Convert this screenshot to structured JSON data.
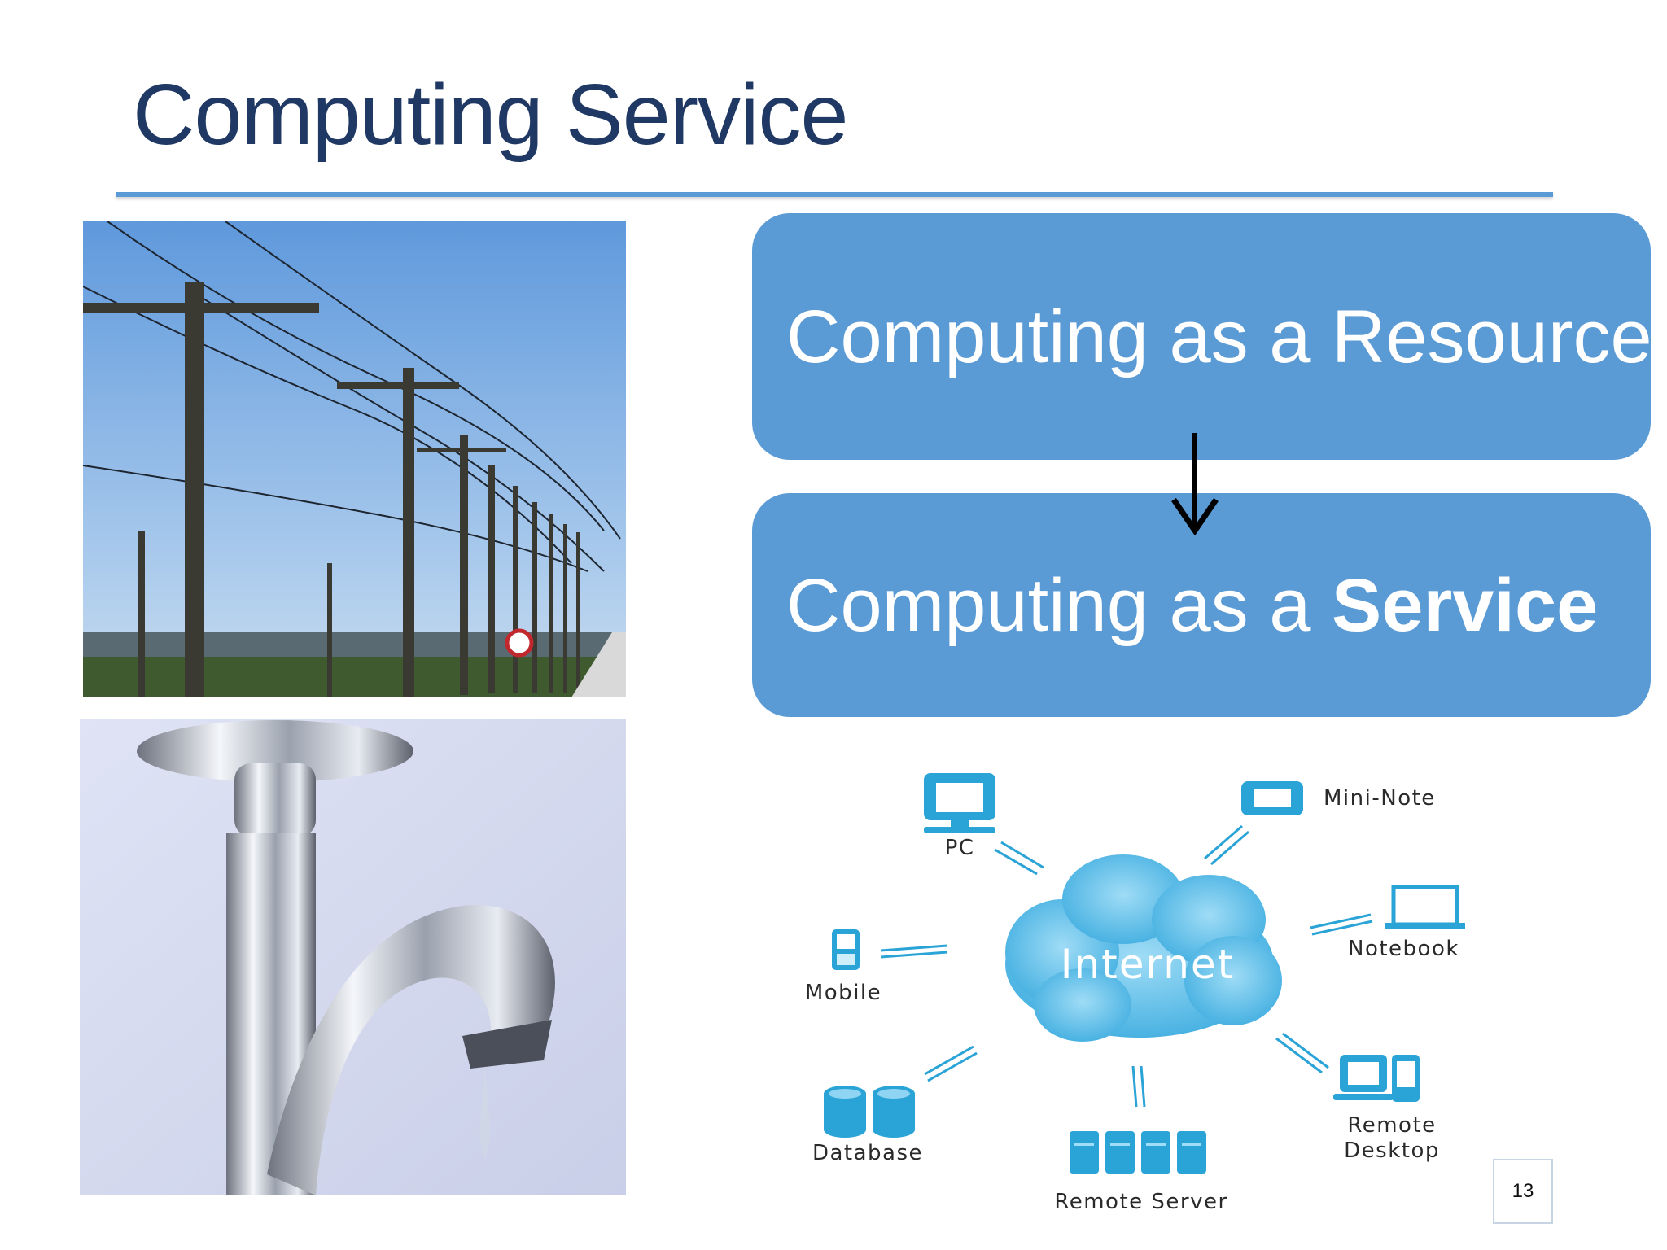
{
  "slide": {
    "title": "Computing Service",
    "page_number": "13"
  },
  "boxes": {
    "resource": "Computing as a Resource",
    "service_prefix": "Computing as a ",
    "service_bold": "Service"
  },
  "diagram": {
    "center": "Internet",
    "nodes": {
      "pc": "PC",
      "mini_note": "Mini-Note",
      "notebook": "Notebook",
      "mobile": "Mobile",
      "database": "Database",
      "remote_server": "Remote Server",
      "remote_desktop_line1": "Remote",
      "remote_desktop_line2": "Desktop"
    }
  },
  "images": {
    "left_top": "power-lines-photo",
    "left_bottom": "water-tap-photo"
  },
  "colors": {
    "title": "#1f3864",
    "accent": "#5b9bd5",
    "box_text": "#ffffff",
    "icon": "#2aa3d6"
  }
}
